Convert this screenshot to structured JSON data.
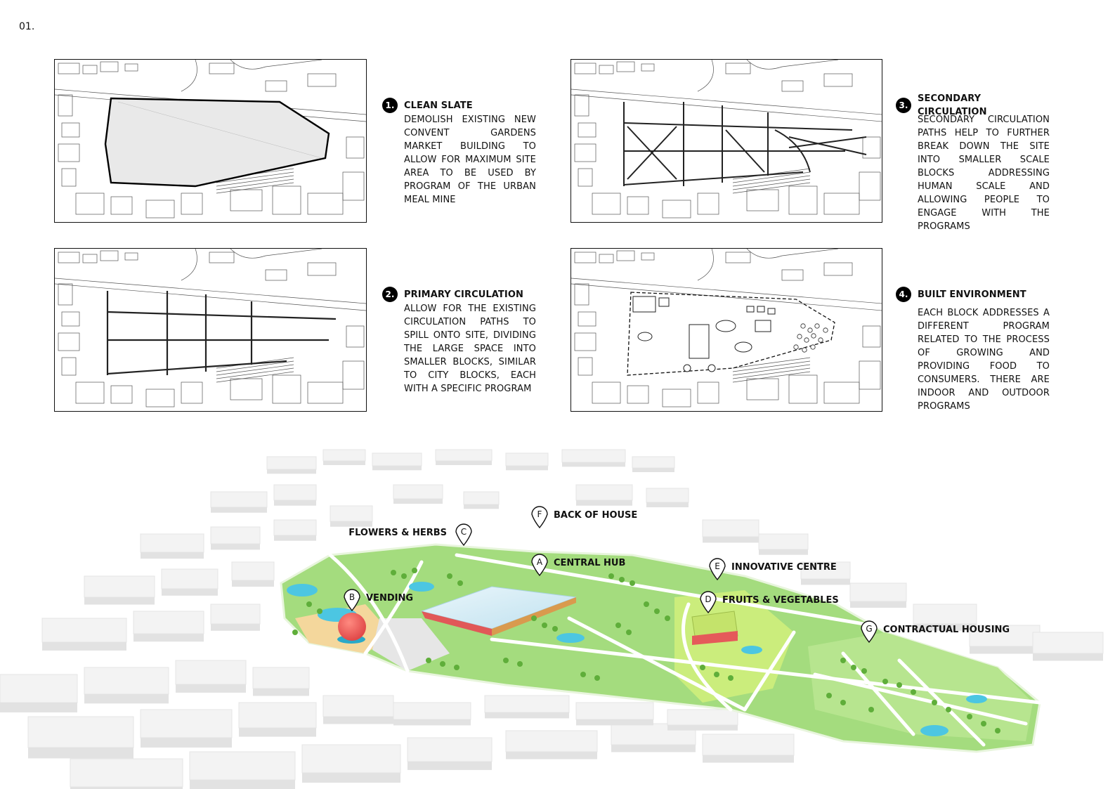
{
  "page_number": "01.",
  "steps": [
    {
      "number": "1.",
      "title": "CLEAN SLATE",
      "body": "DEMOLISH EXISTING NEW CONVENT GARDENS MARKET BUILDING TO ALLOW FOR MAXIMUM SITE AREA TO BE USED BY PROGRAM OF THE URBAN MEAL MINE"
    },
    {
      "number": "2.",
      "title": "PRIMARY CIRCULATION",
      "body": "ALLOW FOR THE EXISTING CIRCULATION PATHS TO SPILL ONTO SITE, DIVIDING THE LARGE SPACE INTO SMALLER BLOCKS, SIMILAR TO CITY BLOCKS, EACH WITH A SPECIFIC PROGRAM"
    },
    {
      "number": "3.",
      "title": "SECONDARY CIRCULATION",
      "body": "SECONDARY CIRCULATION PATHS HELP TO FURTHER BREAK DOWN THE SITE INTO SMALLER SCALE BLOCKS ADDRESSING HUMAN SCALE AND ALLOWING PEOPLE TO ENGAGE WITH THE PROGRAMS"
    },
    {
      "number": "4.",
      "title": "BUILT ENVIRONMENT",
      "body": "EACH BLOCK ADDRESSES A DIFFERENT PROGRAM RELATED TO THE PROCESS OF GROWING AND PROVIDING FOOD TO CONSUMERS. THERE ARE INDOOR AND OUTDOOR PROGRAMS"
    }
  ],
  "markers": [
    {
      "letter": "A",
      "label": "CENTRAL HUB"
    },
    {
      "letter": "B",
      "label": "VENDING"
    },
    {
      "letter": "C",
      "label": "FLOWERS & HERBS"
    },
    {
      "letter": "D",
      "label": "FRUITS & VEGETABLES"
    },
    {
      "letter": "E",
      "label": "INNOVATIVE CENTRE"
    },
    {
      "letter": "F",
      "label": "BACK OF HOUSE"
    },
    {
      "letter": "G",
      "label": "CONTRACTUAL HOUSING"
    }
  ],
  "colors": {
    "park_green": "#8ed46a",
    "light_green": "#c5eba7",
    "water_blue": "#47c4e0",
    "sphere_red": "#ef5b5b",
    "path_beige": "#f1dfb5",
    "building_white": "#f4f4f4",
    "roof_blue": "#d5ecf5"
  }
}
